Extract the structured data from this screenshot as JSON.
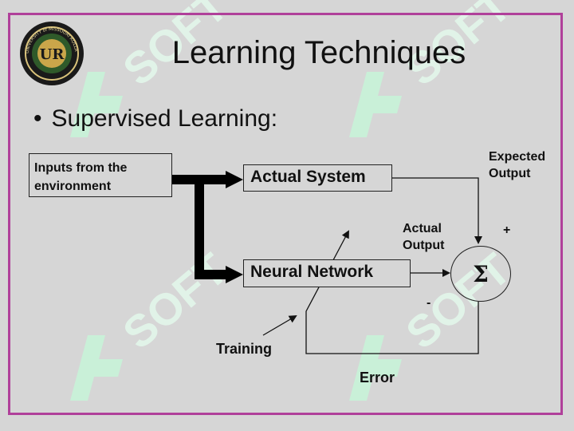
{
  "slide": {
    "title": "Learning Techniques",
    "bullet": "Supervised Learning:"
  },
  "logo": {
    "monogram": "UR",
    "ring_text": "UNIVERSITY of MISSOURI ROLLA"
  },
  "diagram": {
    "inputs_box": "Inputs from the environment",
    "actual_system_box": "Actual System",
    "neural_network_box": "Neural Network",
    "sum_symbol": "Σ",
    "expected_output_label": "Expected Output",
    "actual_output_label": "Actual Output",
    "plus_sign": "+",
    "minus_sign": "-",
    "training_label": "Training",
    "error_label": "Error"
  },
  "watermark": {
    "text": "SOFT",
    "color": "#c9f0d8"
  },
  "colors": {
    "frame": "#b0409a",
    "background": "#d6d6d6"
  }
}
